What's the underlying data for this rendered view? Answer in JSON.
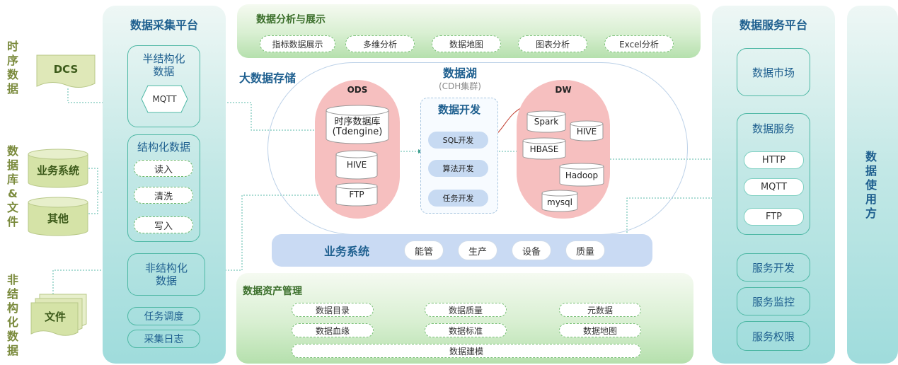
{
  "left_labels": {
    "timeseries": "时序数据",
    "database_files": "数据库&文件",
    "unstructured": "非结构化数据"
  },
  "sources": {
    "dcs": "DCS",
    "business_system": "业务系统",
    "other": "其他",
    "files": "文件"
  },
  "collection": {
    "title": "数据采集平台",
    "semi_structured": "半结构化数据",
    "mqtt": "MQTT",
    "structured": "结构化数据",
    "read": "读入",
    "clean": "清洗",
    "write": "写入",
    "unstructured": "非结构化数据",
    "task_schedule": "任务调度",
    "collect_log": "采集日志"
  },
  "analysis": {
    "title": "数据分析与展示",
    "items": [
      "指标数据展示",
      "多维分析",
      "数据地图",
      "图表分析",
      "Excel分析"
    ]
  },
  "storage": {
    "title": "大数据存储",
    "lake_title": "数据湖",
    "lake_subtitle": "(CDH集群)",
    "ods": {
      "title": "ODS",
      "tsdb": "时序数据库",
      "tsdb_engine": "(Tdengine)",
      "hive": "HIVE",
      "ftp": "FTP"
    },
    "dev": {
      "title": "数据开发",
      "sql": "SQL开发",
      "algo": "算法开发",
      "task": "任务开发"
    },
    "dw": {
      "title": "DW",
      "spark": "Spark",
      "hive": "HIVE",
      "hbase": "HBASE",
      "hadoop": "Hadoop",
      "mysql": "mysql"
    }
  },
  "business": {
    "title": "业务系统",
    "items": [
      "能管",
      "生产",
      "设备",
      "质量"
    ]
  },
  "asset": {
    "title": "数据资产管理",
    "row1": [
      "数据目录",
      "数据质量",
      "元数据"
    ],
    "row2": [
      "数据血缘",
      "数据标准",
      "数据地图"
    ],
    "modeling": "数据建模"
  },
  "service": {
    "title": "数据服务平台",
    "market": "数据市场",
    "service_title": "数据服务",
    "protocols": [
      "HTTP",
      "MQTT",
      "FTP"
    ],
    "dev": "服务开发",
    "monitor": "服务监控",
    "permission": "服务权限"
  },
  "consumer": {
    "title": "数据使用方"
  }
}
